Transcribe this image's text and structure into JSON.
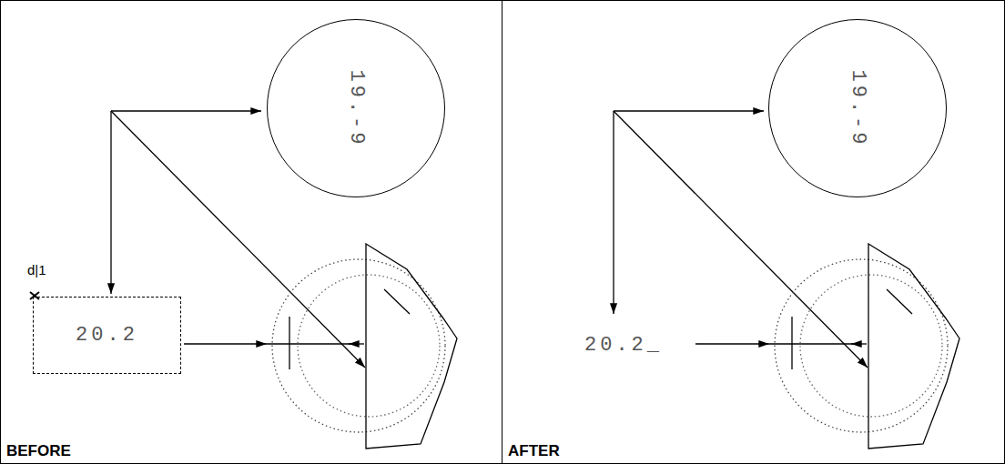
{
  "diagram": {
    "nodes": [
      {
        "text": [
          "BEFORE"
        ]
      },
      {
        "text": [
          "19.-9"
        ],
        "in": 0
      },
      {
        "text": [
          "20.2"
        ],
        "in": 0
      },
      {
        "text": [
          "AFTER"
        ]
      },
      {
        "text": [
          "19.-9"
        ],
        "in": 3
      },
      {
        "text": [
          "20.2_"
        ],
        "in": 3
      }
    ],
    "labels": [
      "d|1"
    ]
  }
}
